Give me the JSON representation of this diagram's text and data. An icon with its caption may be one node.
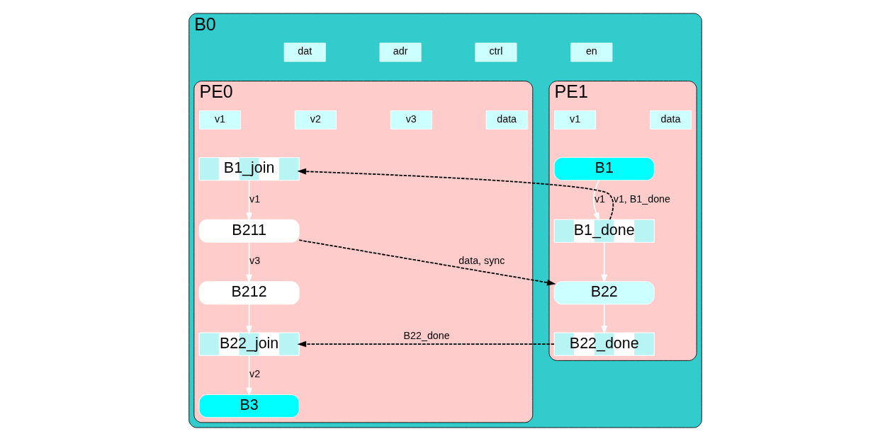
{
  "diagram": {
    "nodes": [
      {
        "text": [
          "B0"
        ]
      },
      {
        "text": [
          "dat"
        ],
        "in": 0
      },
      {
        "text": [
          "adr"
        ],
        "in": 0
      },
      {
        "text": [
          "ctrl"
        ],
        "in": 0
      },
      {
        "text": [
          "en"
        ],
        "in": 0
      },
      {
        "text": [
          "PE0"
        ],
        "in": 0
      },
      {
        "text": [
          "v1"
        ],
        "in": 5
      },
      {
        "text": [
          "v2"
        ],
        "in": 5
      },
      {
        "text": [
          "v3"
        ],
        "in": 5
      },
      {
        "text": [
          "data"
        ],
        "in": 5
      },
      {
        "text": [
          "B1_join"
        ],
        "in": 5
      },
      {
        "text": [
          "B211"
        ],
        "in": 5
      },
      {
        "text": [
          "B212"
        ],
        "in": 5
      },
      {
        "text": [
          "B22_join"
        ],
        "in": 5
      },
      {
        "text": [
          "B3"
        ],
        "in": 5
      },
      {
        "text": [
          "PE1"
        ],
        "in": 0
      },
      {
        "text": [
          "v1"
        ],
        "in": 15
      },
      {
        "text": [
          "data"
        ],
        "in": 15
      },
      {
        "text": [
          "B1"
        ],
        "in": 15
      },
      {
        "text": [
          "B1_done"
        ],
        "in": 15
      },
      {
        "text": [
          "B22"
        ],
        "in": 15
      },
      {
        "text": [
          "B22_done"
        ],
        "in": 15
      }
    ],
    "edges": [
      {
        "from": 10,
        "to": 11,
        "arrow": "to",
        "label": "v1"
      },
      {
        "from": 11,
        "to": 12,
        "arrow": "to",
        "label": "v3"
      },
      {
        "from": 12,
        "to": 13,
        "arrow": "to"
      },
      {
        "from": 13,
        "to": 14,
        "arrow": "to",
        "label": "v2"
      },
      {
        "from": 18,
        "to": 19,
        "arrow": "to",
        "label": "v1"
      },
      {
        "from": 19,
        "to": 20,
        "arrow": "to"
      },
      {
        "from": 20,
        "to": 21,
        "arrow": "to"
      },
      {
        "from": 19,
        "to": 10,
        "arrow": "to",
        "label": "v1, B1_done",
        "style": "dashed",
        "color": "#000000"
      },
      {
        "from": 11,
        "to": 20,
        "arrow": "to",
        "label": "data, sync",
        "style": "dashed",
        "color": "#000000"
      },
      {
        "from": 21,
        "to": 13,
        "arrow": "to",
        "label": "B22_done",
        "style": "dashed",
        "color": "#000000"
      }
    ]
  }
}
